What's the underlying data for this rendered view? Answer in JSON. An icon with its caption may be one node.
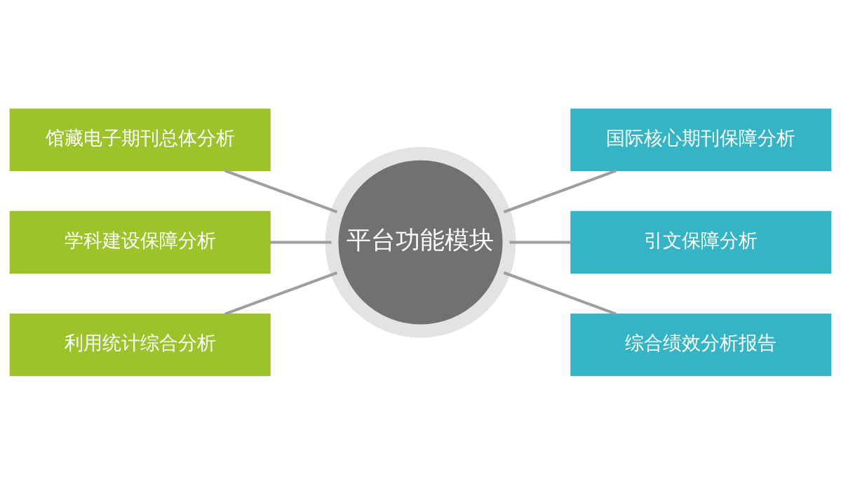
{
  "diagram": {
    "nodes": [
      {
        "text": [
          "平台功能模块"
        ]
      },
      {
        "text": [
          "馆藏电子期刊总体分析"
        ]
      },
      {
        "text": [
          "学科建设保障分析"
        ]
      },
      {
        "text": [
          "利用统计综合分析"
        ]
      },
      {
        "text": [
          "国际核心期刊保障分析"
        ]
      },
      {
        "text": [
          "引文保障分析"
        ]
      },
      {
        "text": [
          "综合绩效分析报告"
        ]
      }
    ],
    "edges": [
      {
        "from": 1,
        "to": 0,
        "arrow": "none"
      },
      {
        "from": 2,
        "to": 0,
        "arrow": "none"
      },
      {
        "from": 3,
        "to": 0,
        "arrow": "none"
      },
      {
        "from": 0,
        "to": 4,
        "arrow": "none"
      },
      {
        "from": 0,
        "to": 5,
        "arrow": "none"
      },
      {
        "from": 0,
        "to": 6,
        "arrow": "none"
      }
    ]
  }
}
